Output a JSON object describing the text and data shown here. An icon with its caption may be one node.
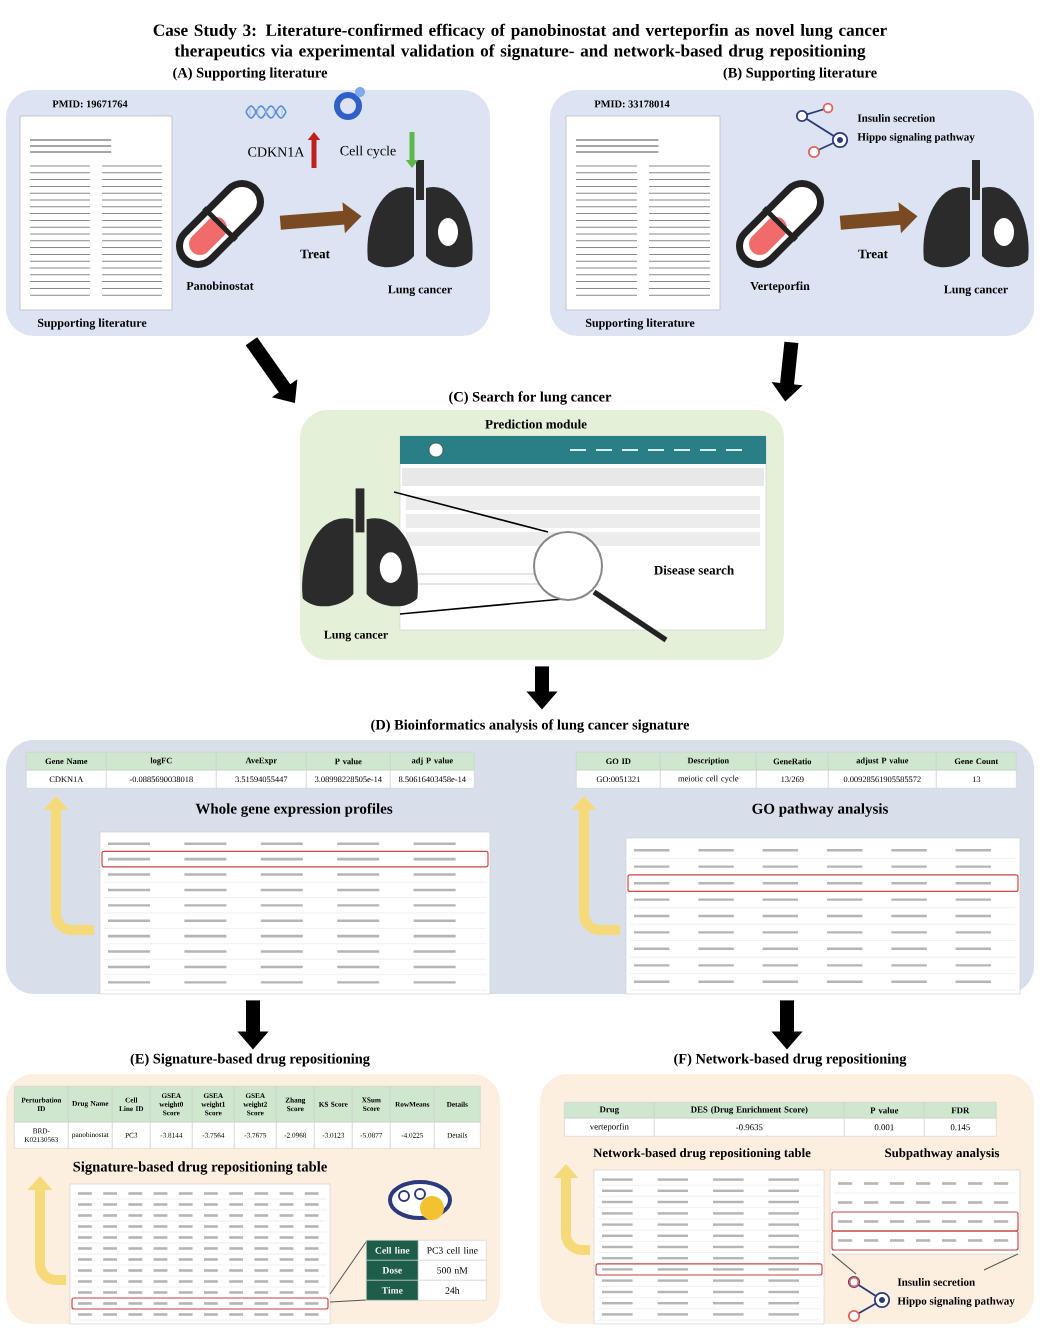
{
  "diagram": {
    "title": "Case Study 3: Literature-confirmed efficacy of panobinostat and verteporfin as novel lung cancer therapeutics via experimental validation of signature- and network-based drug repositioning",
    "nodes": [
      {
        "text": [
          "(A) Supporting literature"
        ]
      },
      {
        "text": [
          "(B) Supporting literature"
        ]
      },
      {
        "text": [
          "(C) Search for lung cancer"
        ]
      },
      {
        "text": [
          "(D) Bioinformatics analysis of lung cancer signature"
        ]
      },
      {
        "text": [
          "(E) Signature-based drug repositioning"
        ]
      },
      {
        "text": [
          "(F) Network-based drug repositioning"
        ]
      },
      {
        "text": [
          "Panobinostat"
        ],
        "in": 0
      },
      {
        "text": [
          "Lung cancer"
        ],
        "in": 0
      },
      {
        "text": [
          "Verteporfin"
        ],
        "in": 1
      },
      {
        "text": [
          "Lung cancer"
        ],
        "in": 1
      }
    ],
    "edges": [
      {
        "from": 0,
        "to": 2,
        "arrow": "to"
      },
      {
        "from": 1,
        "to": 2,
        "arrow": "to"
      },
      {
        "from": 2,
        "to": 3,
        "arrow": "to"
      },
      {
        "from": 3,
        "to": 4,
        "arrow": "to"
      },
      {
        "from": 3,
        "to": 5,
        "arrow": "to"
      },
      {
        "from": 6,
        "to": 7,
        "arrow": "to",
        "label": "Treat",
        "color": "#7a4a22"
      },
      {
        "from": 8,
        "to": 9,
        "arrow": "to",
        "label": "Treat",
        "color": "#7a4a22"
      }
    ],
    "labels": [
      "PMID: 19671764",
      "CDKN1A",
      "Cell cycle",
      "Supporting literature",
      "PMID: 33178014",
      "Insulin secretion",
      "Hippo signaling pathway",
      "Supporting literature",
      "Prediction module",
      "Disease search",
      "Lung cancer",
      "Gene Name",
      "logFC",
      "AveExpr",
      "P value",
      "adj P value",
      "CDKN1A",
      "-0.0885690038018",
      "3.51594055447",
      "3.08998228505e-14",
      "8.50616403458e-14",
      "Whole gene expression profiles",
      "GO ID",
      "Description",
      "GeneRatio",
      "adjust P value",
      "Gene Count",
      "GO:0051321",
      "meiotic cell cycle",
      "13/269",
      "0.00928561905585572",
      "13",
      "GO pathway analysis",
      "Perturbation ID",
      "Drug Name",
      "Cell Line ID",
      "GSEA weight0 Score",
      "GSEA weight1 Score",
      "GSEA weight2 Score",
      "Zhang Score",
      "KS Score",
      "XSum Score",
      "RowMeans",
      "Details",
      "BRD-K02130563",
      "panobinostat",
      "PC3",
      "-3.8144",
      "-3.7564",
      "-3.7675",
      "-2.0968",
      "-3.0123",
      "-5.0877",
      "-4.0225",
      "Details",
      "Signature-based drug repositioning table",
      "Cell line",
      "PC3 cell line",
      "Dose",
      "500 nM",
      "Time",
      "24h",
      "Drug",
      "DES (Drug Enrichment Score)",
      "P value",
      "FDR",
      "verteporfin",
      "-0.9635",
      "0.001",
      "0.145",
      "Network-based drug repositioning table",
      "Subpathway analysis",
      "Insulin secretion",
      "Hippo signaling pathway"
    ]
  }
}
